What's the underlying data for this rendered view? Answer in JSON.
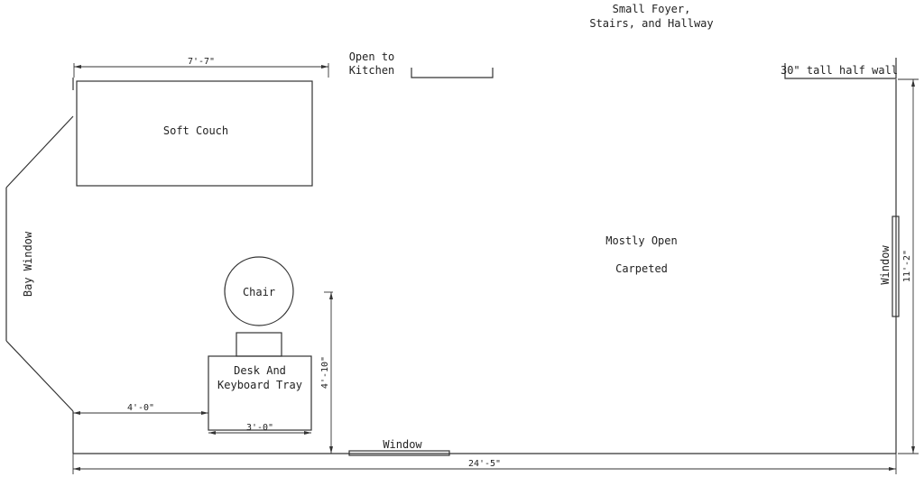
{
  "labels": {
    "foyer_line1": "Small Foyer,",
    "foyer_line2": "Stairs, and Hallway",
    "kitchen_line1": "Open to",
    "kitchen_line2": "Kitchen",
    "half_wall": "30\" tall half wall",
    "couch": "Soft Couch",
    "bay_window": "Bay Window",
    "chair": "Chair",
    "desk_line1": "Desk And",
    "desk_line2": "Keyboard Tray",
    "mostly_open": "Mostly Open",
    "carpeted": "Carpeted",
    "window_right": "Window",
    "window_bottom": "Window"
  },
  "dimensions": {
    "couch_width": "7'-7\"",
    "desk_offset": "4'-0\"",
    "desk_width": "3'-0\"",
    "desk_depth": "4'-10\"",
    "room_width": "24'-5\"",
    "room_depth": "11'-2\""
  }
}
